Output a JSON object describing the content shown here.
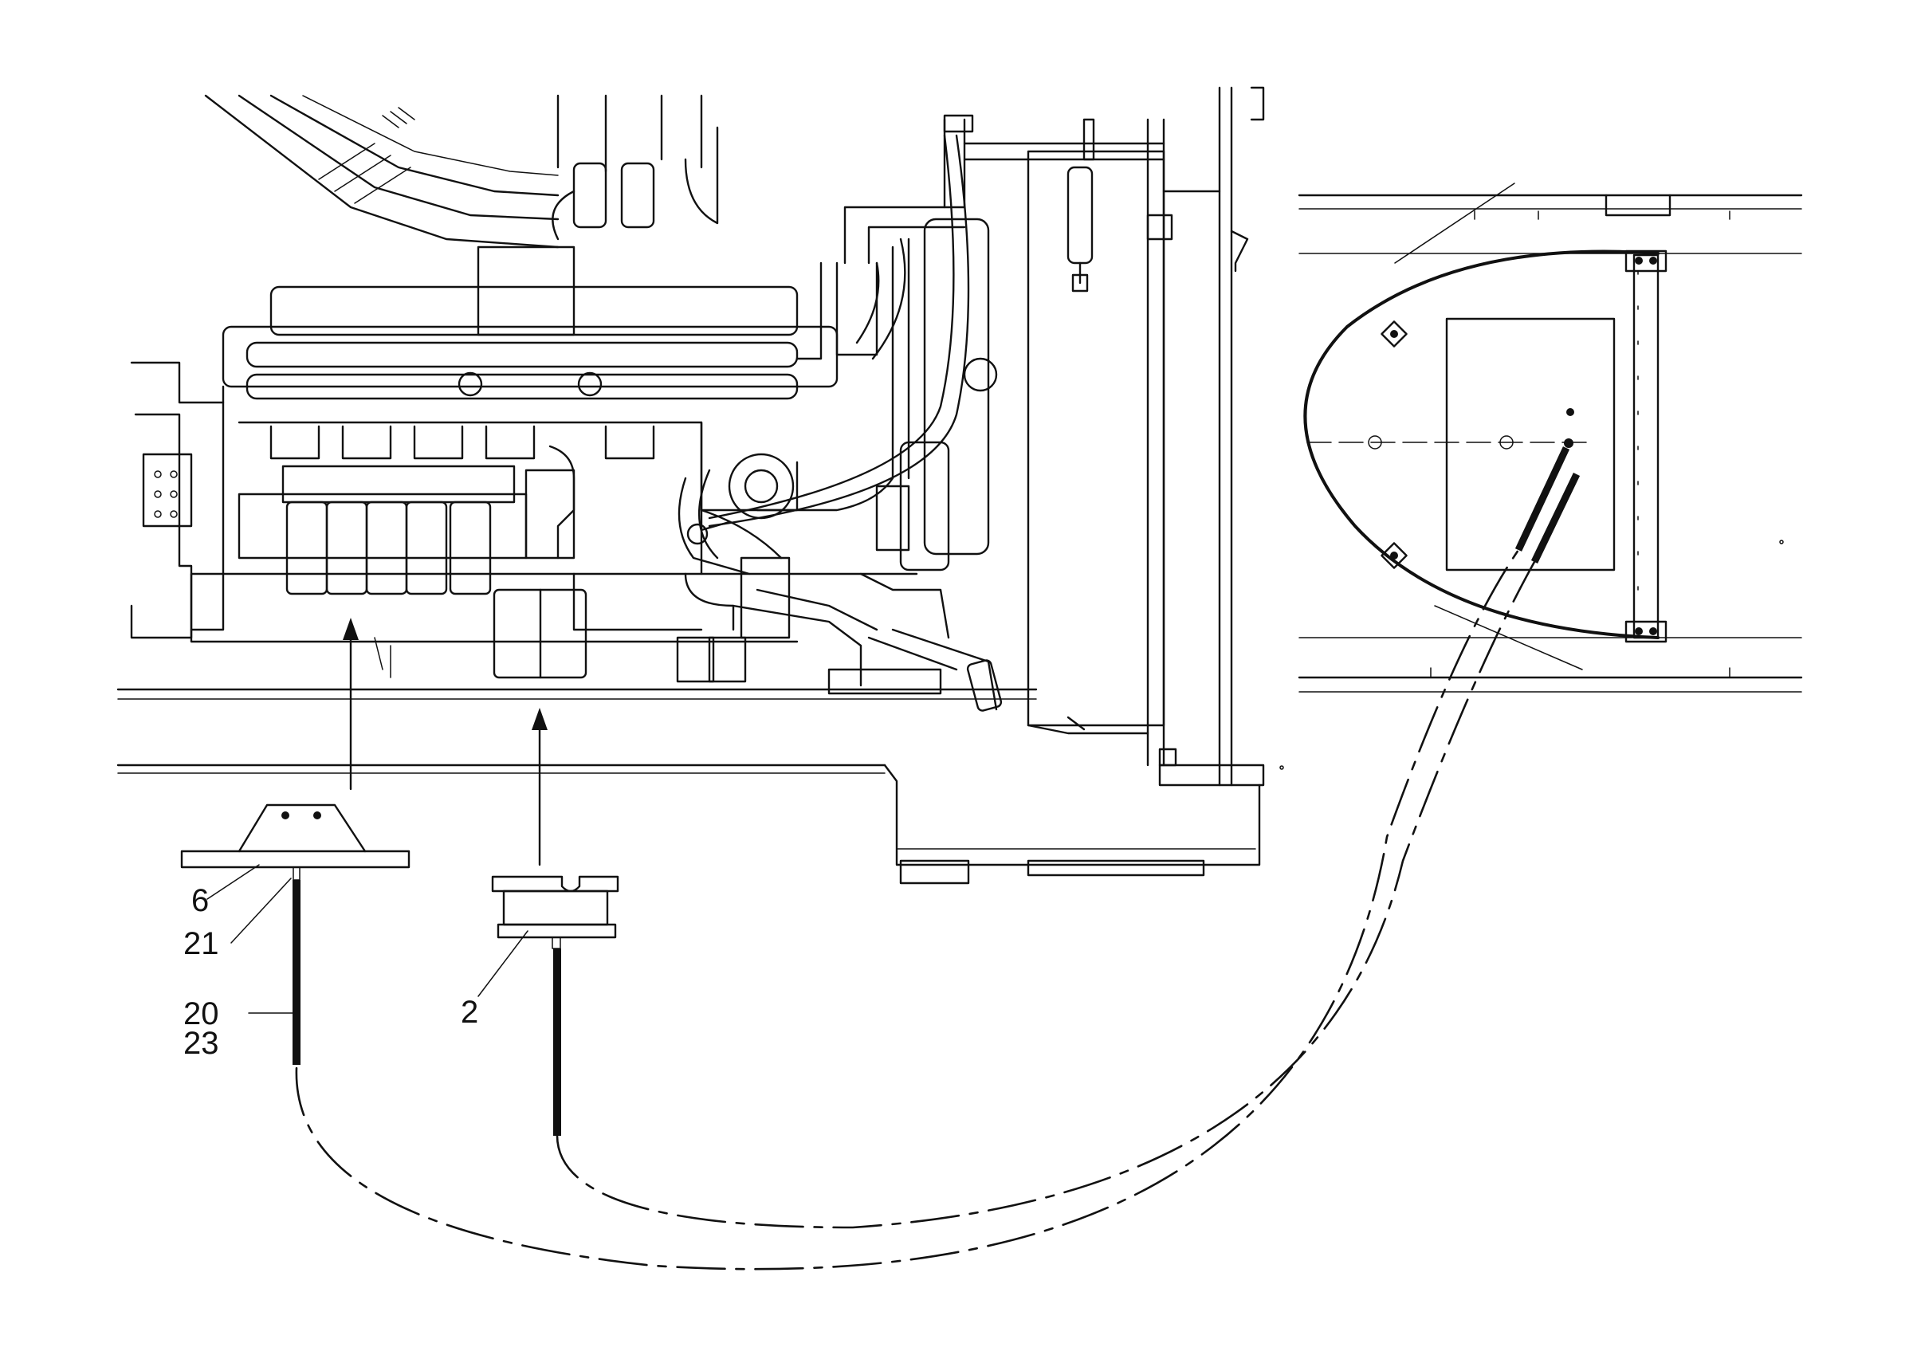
{
  "callouts": {
    "c6": "6",
    "c21": "21",
    "c20": "20",
    "c23": "23",
    "c2": "2"
  }
}
